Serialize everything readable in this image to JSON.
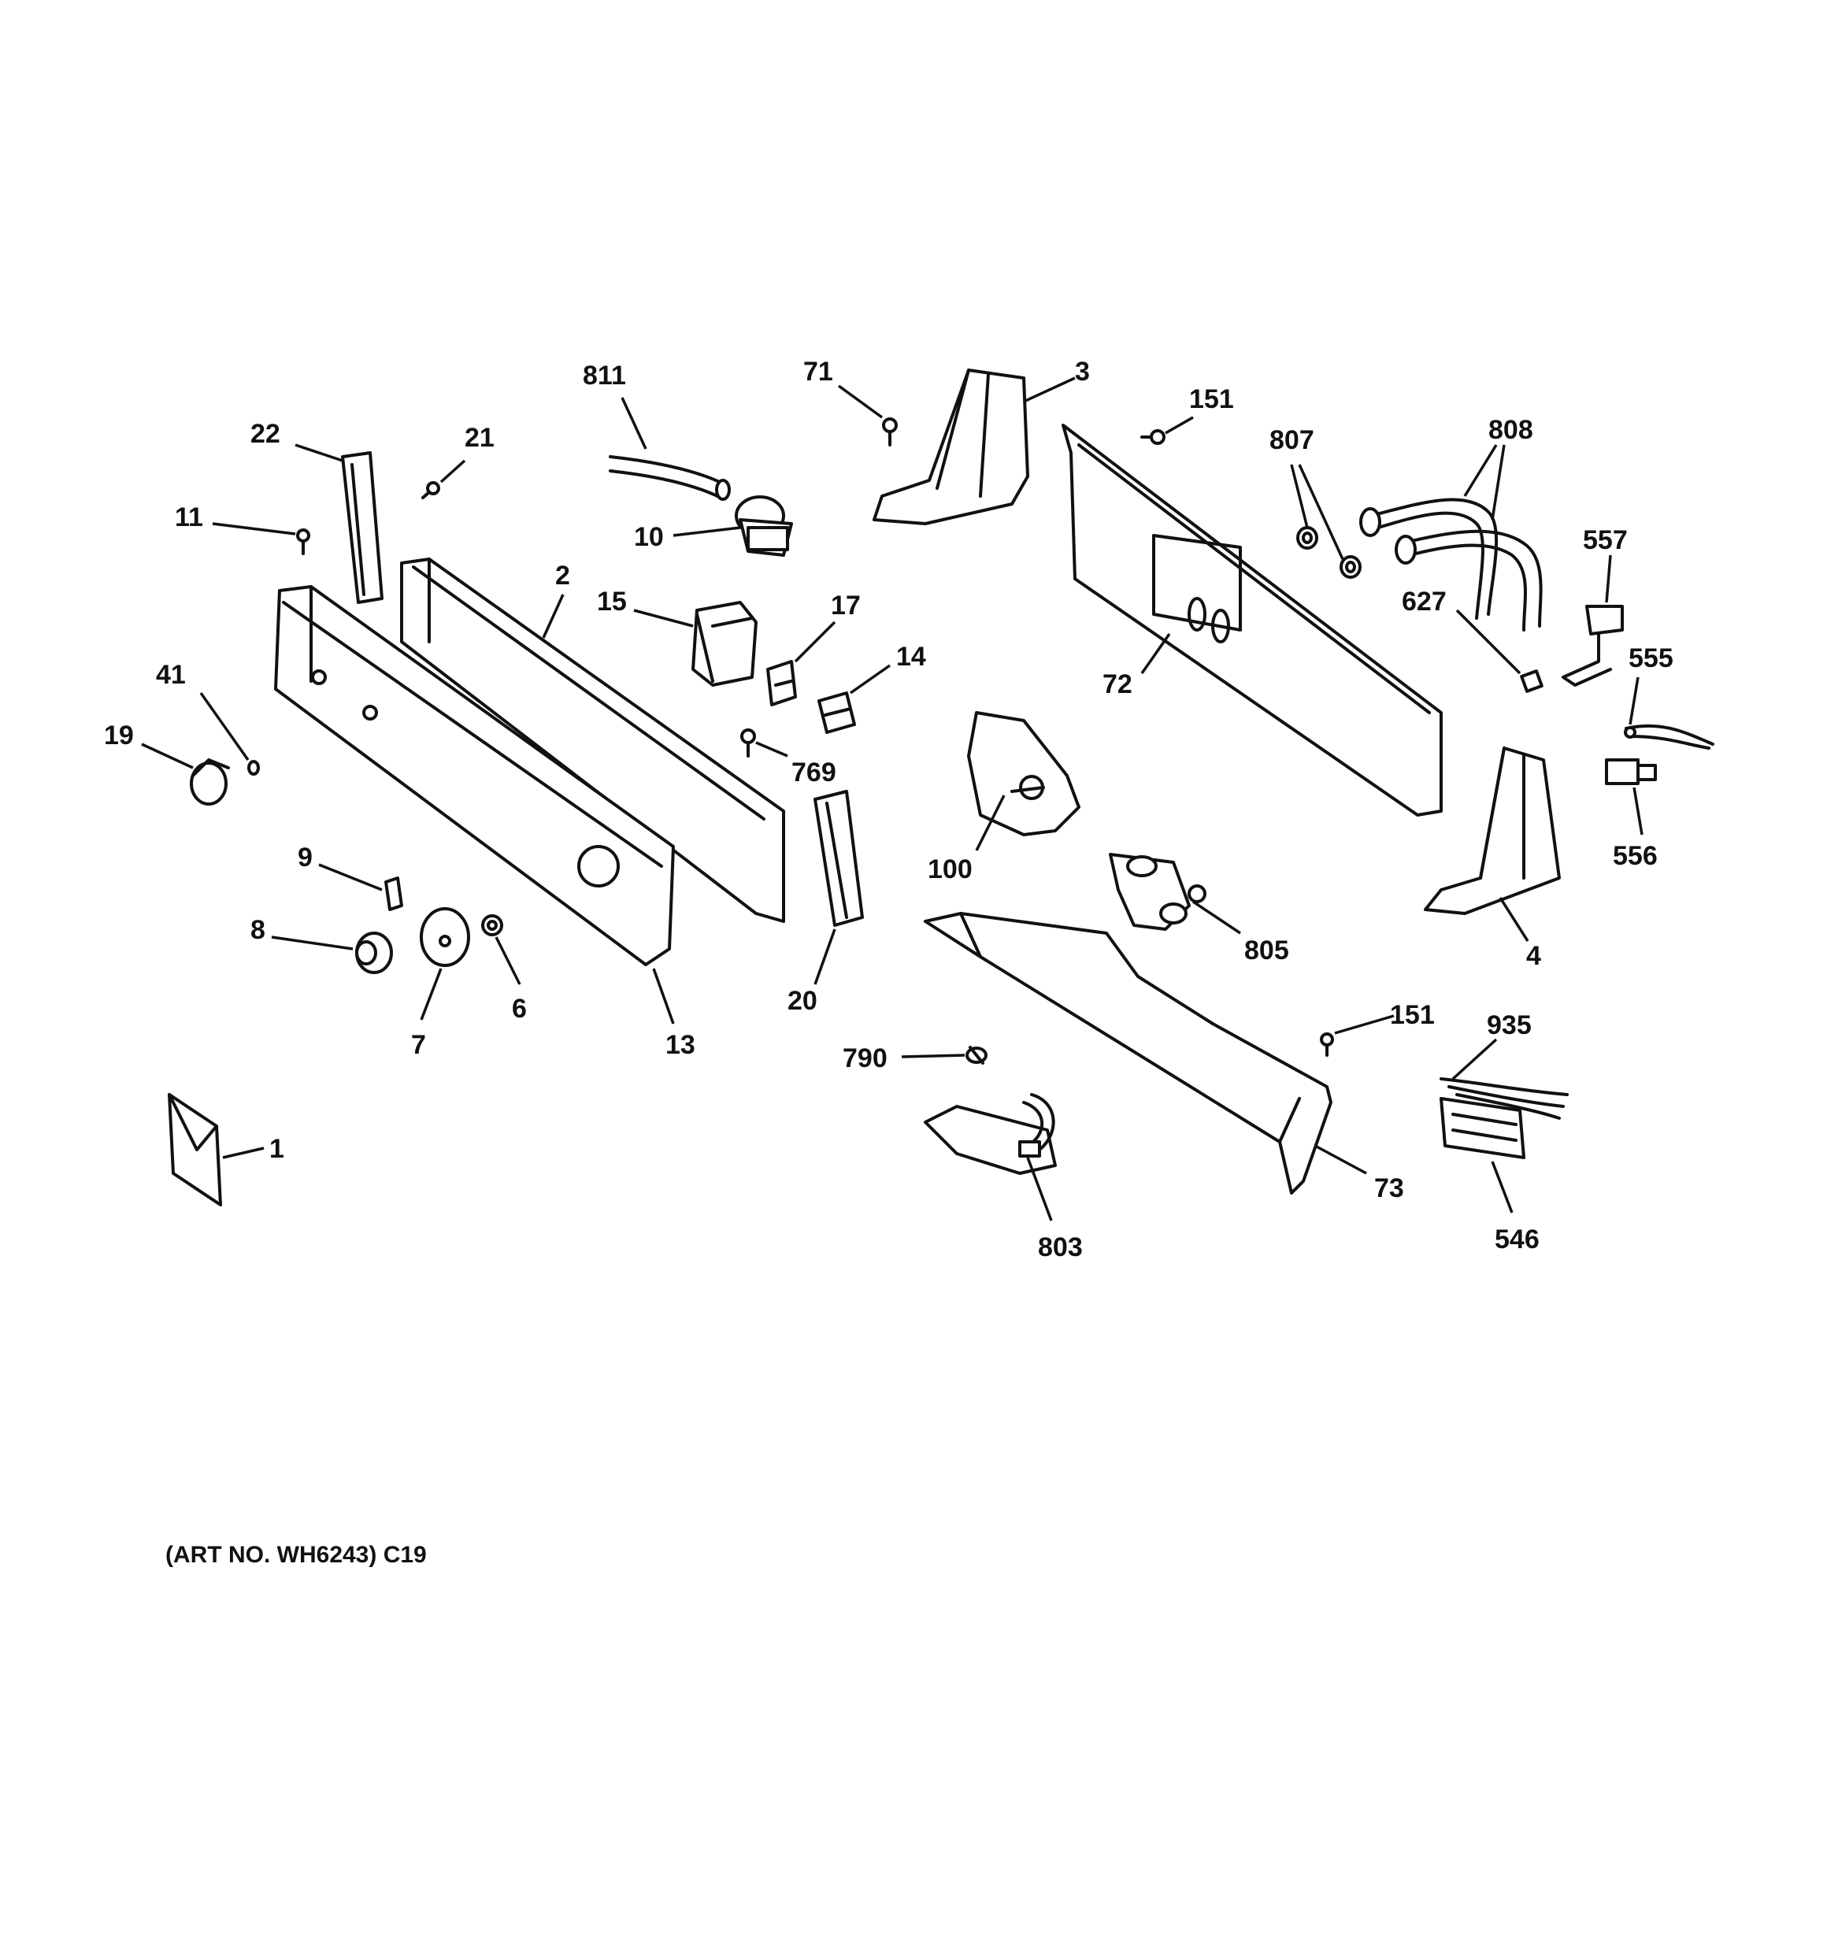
{
  "diagram": {
    "art_number": "(ART NO. WH6243) C19",
    "callouts": [
      {
        "id": "811",
        "label": "811"
      },
      {
        "id": "71",
        "label": "71"
      },
      {
        "id": "3",
        "label": "3"
      },
      {
        "id": "151a",
        "label": "151"
      },
      {
        "id": "807",
        "label": "807"
      },
      {
        "id": "808",
        "label": "808"
      },
      {
        "id": "22",
        "label": "22"
      },
      {
        "id": "21",
        "label": "21"
      },
      {
        "id": "11",
        "label": "11"
      },
      {
        "id": "10",
        "label": "10"
      },
      {
        "id": "557",
        "label": "557"
      },
      {
        "id": "627",
        "label": "627"
      },
      {
        "id": "2",
        "label": "2"
      },
      {
        "id": "15",
        "label": "15"
      },
      {
        "id": "17",
        "label": "17"
      },
      {
        "id": "72",
        "label": "72"
      },
      {
        "id": "41",
        "label": "41"
      },
      {
        "id": "14",
        "label": "14"
      },
      {
        "id": "555",
        "label": "555"
      },
      {
        "id": "19",
        "label": "19"
      },
      {
        "id": "769",
        "label": "769"
      },
      {
        "id": "556",
        "label": "556"
      },
      {
        "id": "100",
        "label": "100"
      },
      {
        "id": "9",
        "label": "9"
      },
      {
        "id": "8",
        "label": "8"
      },
      {
        "id": "6",
        "label": "6"
      },
      {
        "id": "805",
        "label": "805"
      },
      {
        "id": "4",
        "label": "4"
      },
      {
        "id": "7",
        "label": "7"
      },
      {
        "id": "20",
        "label": "20"
      },
      {
        "id": "13",
        "label": "13"
      },
      {
        "id": "151b",
        "label": "151"
      },
      {
        "id": "935",
        "label": "935"
      },
      {
        "id": "790",
        "label": "790"
      },
      {
        "id": "1",
        "label": "1"
      },
      {
        "id": "73",
        "label": "73"
      },
      {
        "id": "546",
        "label": "546"
      },
      {
        "id": "803",
        "label": "803"
      }
    ]
  }
}
